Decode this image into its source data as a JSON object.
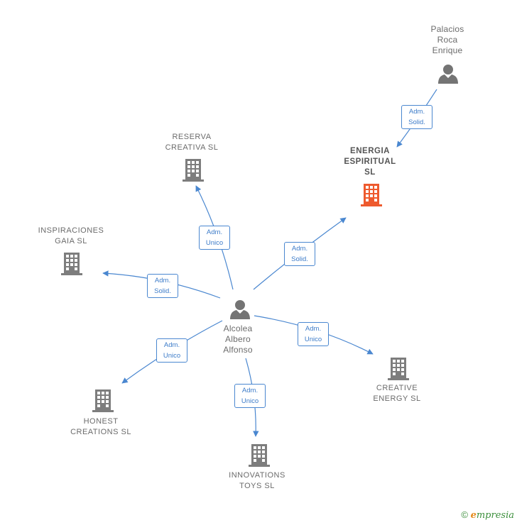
{
  "colors": {
    "edge": "#4a87d0",
    "company": "#7d7d7d",
    "main_company": "#ee5a2e",
    "person": "#747474"
  },
  "nodes": {
    "palacios": {
      "label": "Palacios\nRoca\nEnrique",
      "icon": "person-icon"
    },
    "energia": {
      "label": "ENERGIA\nESPIRITUAL\nSL",
      "icon": "building-icon"
    },
    "reserva": {
      "label": "RESERVA\nCREATIVA SL",
      "icon": "building-icon"
    },
    "inspiraciones": {
      "label": "INSPIRACIONES\nGAIA SL",
      "icon": "building-icon"
    },
    "alcolea": {
      "label": "Alcolea\nAlbero\nAlfonso",
      "icon": "person-icon"
    },
    "honest": {
      "label": "HONEST\nCREATIONS SL",
      "icon": "building-icon"
    },
    "innovations": {
      "label": "INNOVATIONS\nTOYS SL",
      "icon": "building-icon"
    },
    "creative": {
      "label": "CREATIVE\nENERGY SL",
      "icon": "building-icon"
    }
  },
  "edges": [
    {
      "id": "palacios-energia",
      "line1": "Adm.",
      "line2": "Solid."
    },
    {
      "id": "alcolea-reserva",
      "line1": "Adm.",
      "line2": "Unico"
    },
    {
      "id": "alcolea-energia",
      "line1": "Adm.",
      "line2": "Solid."
    },
    {
      "id": "alcolea-inspiraciones",
      "line1": "Adm.",
      "line2": "Solid."
    },
    {
      "id": "alcolea-honest",
      "line1": "Adm.",
      "line2": "Unico"
    },
    {
      "id": "alcolea-innovations",
      "line1": "Adm.",
      "line2": "Unico"
    },
    {
      "id": "alcolea-creative",
      "line1": "Adm.",
      "line2": "Unico"
    }
  ],
  "footer": {
    "copyright": "©",
    "brand_initial": "e",
    "brand_rest": "mpresia"
  }
}
